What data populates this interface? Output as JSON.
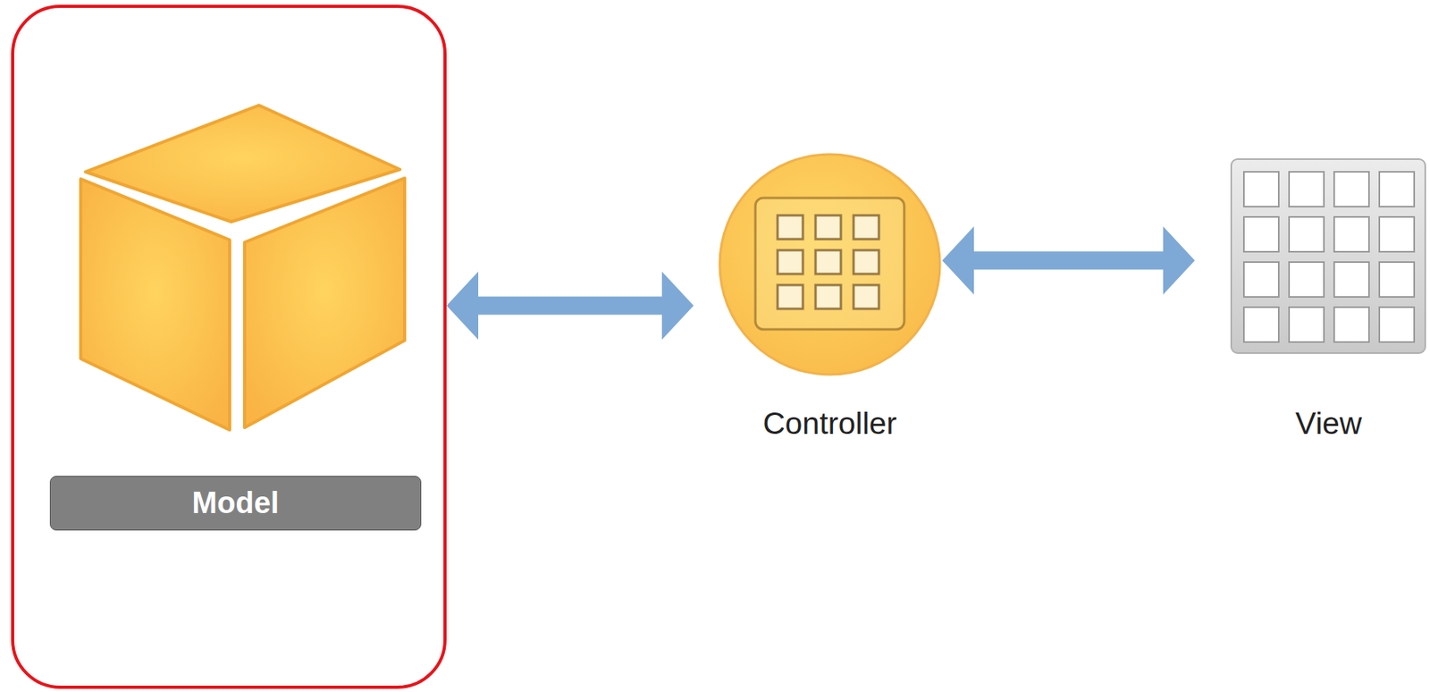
{
  "diagram": {
    "nodes": [
      {
        "text": [
          "Model"
        ]
      },
      {
        "text": [
          "Controller"
        ]
      },
      {
        "text": [
          "View"
        ]
      }
    ],
    "edges": [
      {
        "from": 0,
        "to": 1,
        "arrow": "both"
      },
      {
        "from": 1,
        "to": 2,
        "arrow": "both"
      }
    ]
  }
}
